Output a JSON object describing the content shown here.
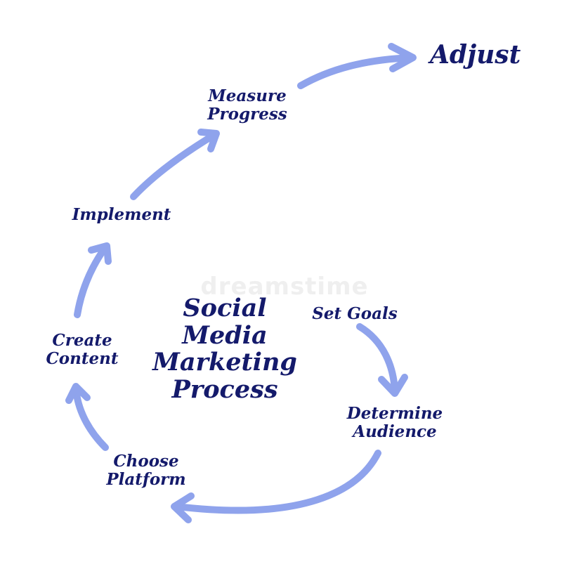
{
  "diagram": {
    "title_lines": [
      "Social",
      "Media",
      "Marketing",
      "Process"
    ],
    "steps": {
      "set_goals": [
        "Set Goals"
      ],
      "determine_audience": [
        "Determine",
        "Audience"
      ],
      "choose_platform": [
        "Choose",
        "Platform"
      ],
      "create_content": [
        "Create",
        "Content"
      ],
      "implement": [
        "Implement"
      ],
      "measure_progress": [
        "Measure",
        "Progress"
      ],
      "adjust": [
        "Adjust"
      ]
    },
    "watermark": "dreamstime",
    "colors": {
      "text": "#141a6b",
      "arrow": "#8fa3ec",
      "background": "#ffffff"
    }
  }
}
